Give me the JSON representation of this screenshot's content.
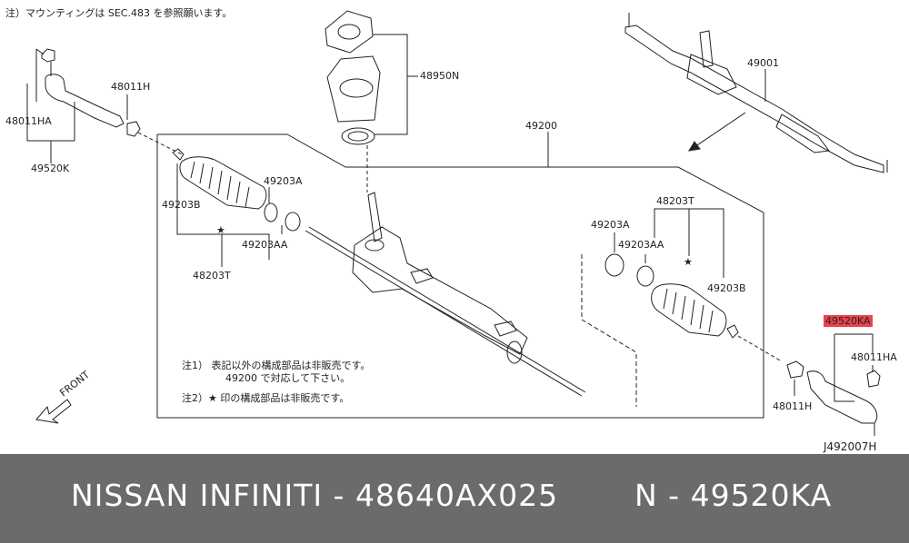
{
  "header_note": "注）マウンティングは SEC.483 を参照願います。",
  "labels": {
    "p48950N": "48950N",
    "p49001": "49001",
    "p48011H_left": "48011H",
    "p48011HA_left": "48011HA",
    "p49520K": "49520K",
    "p49200": "49200",
    "p49203B_left": "49203B",
    "p49203A_left": "49203A",
    "p49203AA_left": "49203AA",
    "p48203T_left": "48203T",
    "p48203T_right": "48203T",
    "p49203A_right": "49203A",
    "p49203AA_right": "49203AA",
    "p49203B_right": "49203B",
    "p49520KA": "49520KA",
    "p48011HA_right": "48011HA",
    "p48011H_right": "48011H",
    "star_left": "★",
    "star_right": "★"
  },
  "notes": {
    "note1_line1": "注1） 表記以外の構成部品は非販売です。",
    "note1_line2": "49200 で対応して下さい。",
    "note2": "注2）★ 印の構成部品は非販売です。"
  },
  "front_label": "FRONT",
  "diagram_code": "J492007H",
  "colors": {
    "highlight": "#e8424e",
    "footer_bg": "#6b6b6b",
    "line": "#222222"
  },
  "footer": {
    "brand": "NISSAN  INFINITI - 48640AX025",
    "part": "N - 49520KA"
  }
}
